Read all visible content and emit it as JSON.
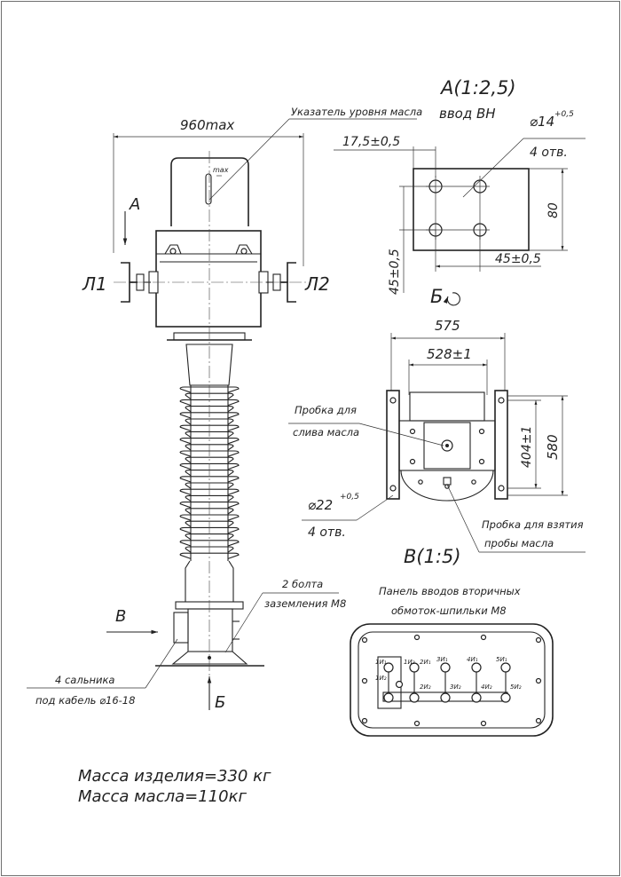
{
  "drawing": {
    "dim_overall_width": "960max",
    "oil_indicator_label": "Указатель уровня масла",
    "max_mark": "max",
    "view_arrow_a": "А",
    "terminal_l1": "Л1",
    "terminal_l2": "Л2",
    "earthing_bolts_line1": "2 болта",
    "earthing_bolts_line2": "заземления М8",
    "glands_line1": "4 сальника",
    "glands_line2": "под кабель ⌀16-18",
    "view_arrow_v": "В",
    "view_arrow_b": "Б"
  },
  "view_a": {
    "title": "А(1:2,5)",
    "subtitle": "ввод ВН",
    "hole_dim": "⌀14",
    "hole_tol": "+0,5",
    "hole_count": "4 отв.",
    "dim_top": "17,5±0,5",
    "dim_height": "80",
    "dim_left": "45±0,5",
    "dim_bottom": "45±0,5"
  },
  "view_b": {
    "title": "Б",
    "dim_575": "575",
    "dim_528": "528±1",
    "dim_404": "404±1",
    "dim_580": "580",
    "drain_plug_line1": "Пробка для",
    "drain_plug_line2": "слива масла",
    "hole_dim": "⌀22",
    "hole_tol": "+0,5",
    "hole_count": "4 отв.",
    "sample_plug_line1": "Пробка для взятия",
    "sample_plug_line2": "пробы масла"
  },
  "view_v": {
    "title": "В(1:5)",
    "panel_line1": "Панель вводов вторичных",
    "panel_line2": "обмоток-шпильки М8",
    "taps": [
      "1И₁",
      "1И₂",
      "2И₁",
      "3И₁",
      "4И₁",
      "5И₁",
      "1И₂",
      "2И₂",
      "3И₂",
      "4И₂",
      "5И₂"
    ]
  },
  "mass": {
    "product": "Масса изделия=330 кг",
    "oil": "Масса масла=110кг"
  }
}
